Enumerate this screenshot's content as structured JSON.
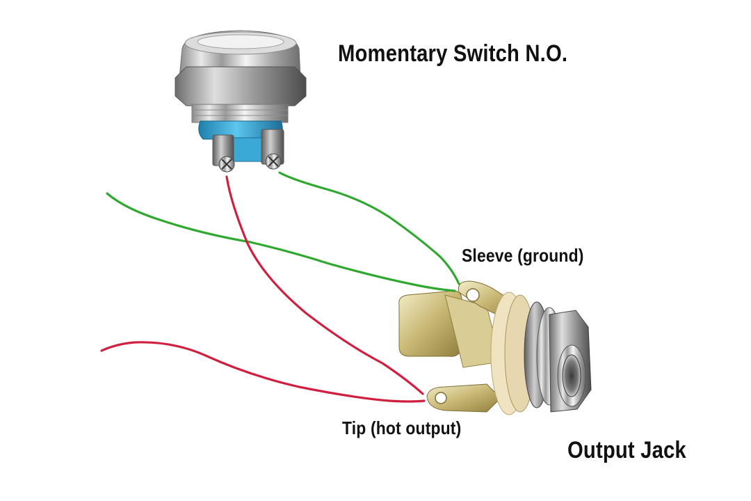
{
  "labels": {
    "switch": "Momentary Switch N.O.",
    "sleeve": "Sleeve (ground)",
    "tip": "Tip (hot output)",
    "jack": "Output Jack"
  },
  "colors": {
    "ground_wire": "#2fa82f",
    "hot_wire": "#d0203f",
    "switch_body": "#c9c9c9",
    "switch_base": "#3aa9d6",
    "jack_body": "#e8dcc0"
  }
}
